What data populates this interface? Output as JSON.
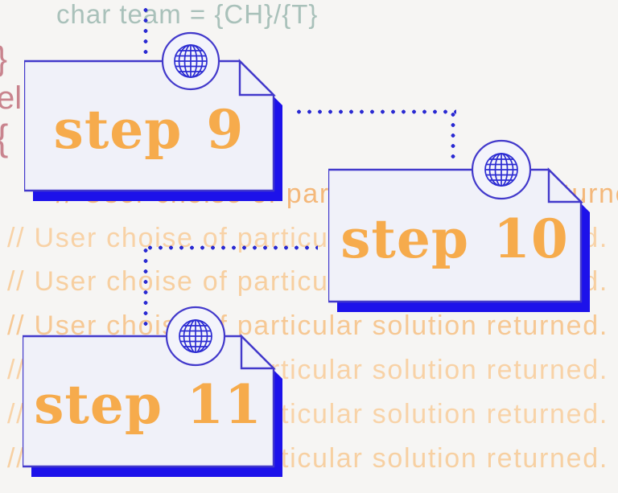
{
  "background": {
    "color": "#f6f5f3",
    "code_top": {
      "text": "char team = {CH}/{T}",
      "color": "#a9c1ba"
    },
    "code_left_color": "#c9848e",
    "code_left_fragments": [
      {
        "text": "}"
      },
      {
        "text": "el"
      },
      {
        "text": "{"
      }
    ],
    "comment_text": "// User choise of particular solution returned.",
    "comment_lines": [
      {
        "color": "#f4b87a"
      },
      {
        "color": "#f8d2a6"
      },
      {
        "color": "#f7cfa0"
      },
      {
        "color": "#f6c894"
      },
      {
        "color": "#f8d2a6"
      },
      {
        "color": "#f8d3a8"
      },
      {
        "color": "#f7d0a2"
      }
    ]
  },
  "cards": [
    {
      "label": "step 9",
      "icon": "globe-icon"
    },
    {
      "label": "step 10",
      "icon": "globe-icon"
    },
    {
      "label": "step 11",
      "icon": "globe-icon"
    }
  ],
  "connectors": [
    {
      "from": "code-top",
      "to": "step 9",
      "style": "dotted"
    },
    {
      "from": "step 9",
      "to": "step 10",
      "style": "dotted"
    },
    {
      "from": "step 10",
      "to": "step 11",
      "style": "dotted"
    }
  ],
  "colors": {
    "card_fill": "#f0f1f9",
    "card_border": "#4239cb",
    "card_shadow": "#1d12ea",
    "badge_fill": "#f3f4fb",
    "globe": "#2c2cd2",
    "step_text": "#f6ab4c",
    "connector_dots": "#2a2ad2"
  }
}
